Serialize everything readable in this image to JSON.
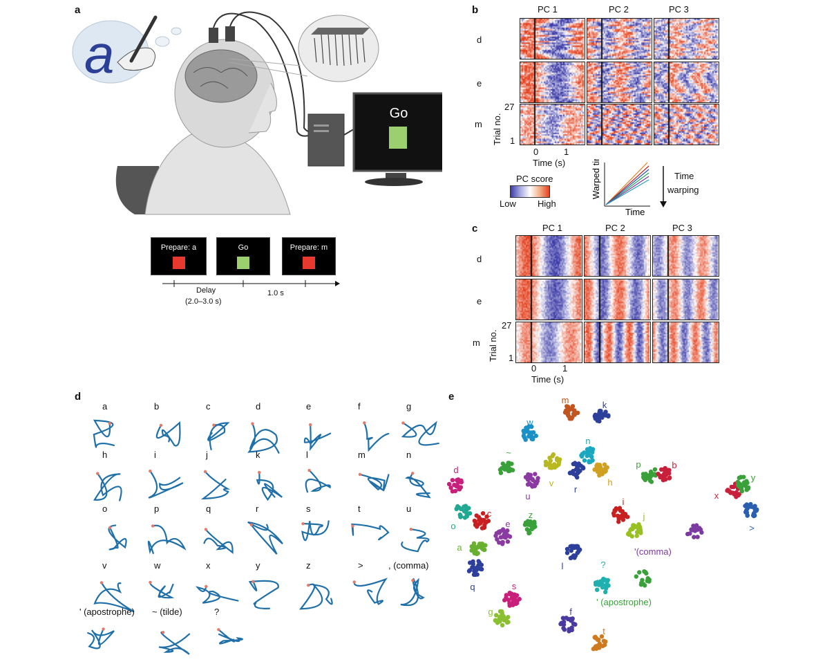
{
  "panel_labels": {
    "a": "a",
    "b": "b",
    "c": "c",
    "d": "d",
    "e": "e"
  },
  "panel_a": {
    "monitor_text": "Go",
    "screens": [
      {
        "label": "Prepare: a",
        "square_color": "#e8392e"
      },
      {
        "label": "Go",
        "square_color": "#9ccf6e"
      },
      {
        "label": "Prepare: m",
        "square_color": "#e8392e"
      }
    ],
    "timeline": {
      "delay_label": "Delay",
      "delay_range": "(2.0–3.0 s)",
      "go_label": "1.0 s"
    },
    "cursive_letter": "a"
  },
  "panel_b": {
    "pc_titles": [
      "PC 1",
      "PC 2",
      "PC 3"
    ],
    "row_labels": [
      "d",
      "e",
      "m"
    ],
    "trial_axis_label": "Trial no.",
    "trial_ticks": [
      "27",
      "1"
    ],
    "time_ticks": [
      "0",
      "1"
    ],
    "time_label": "Time (s)",
    "colorbar": {
      "title": "PC score",
      "low": "Low",
      "high": "High",
      "low_color": "#3b3aa8",
      "mid_color": "#ffffff",
      "high_color": "#e4401c"
    },
    "warp_inset": {
      "ylabel": "Warped time",
      "xlabel": "Time"
    },
    "arrow_label_1": "Time",
    "arrow_label_2": "warping"
  },
  "panel_c": {
    "pc_titles": [
      "PC 1",
      "PC 2",
      "PC 3"
    ],
    "row_labels": [
      "d",
      "e",
      "m"
    ],
    "trial_axis_label": "Trial no.",
    "trial_ticks": [
      "27",
      "1"
    ],
    "time_ticks": [
      "0",
      "1"
    ],
    "time_label": "Time (s)"
  },
  "panel_d": {
    "stroke_color": "#1f6fa8",
    "characters": [
      "a",
      "b",
      "c",
      "d",
      "e",
      "f",
      "g",
      "h",
      "i",
      "j",
      "k",
      "l",
      "m",
      "n",
      "o",
      "p",
      "q",
      "r",
      "s",
      "t",
      "u",
      "v",
      "w",
      "x",
      "y",
      "z",
      ">",
      ", (comma)",
      "' (apostrophe)",
      "~ (tilde)",
      "?"
    ]
  },
  "panel_e": {
    "clusters": [
      {
        "label": "m",
        "color": "#c2541f"
      },
      {
        "label": "k",
        "color": "#2c3f9a"
      },
      {
        "label": "w",
        "color": "#1a90c8"
      },
      {
        "label": "~",
        "color": "#3aa13a"
      },
      {
        "label": "n",
        "color": "#1aa8c0"
      },
      {
        "label": "v",
        "color": "#b8b820"
      },
      {
        "label": "u",
        "color": "#8a3aa0"
      },
      {
        "label": "r",
        "color": "#2c3f9a"
      },
      {
        "label": "h",
        "color": "#d0a020"
      },
      {
        "label": "p",
        "color": "#3aa13a"
      },
      {
        "label": "b",
        "color": "#c8203a"
      },
      {
        "label": "d",
        "color": "#c8207a"
      },
      {
        "label": "x",
        "color": "#c8203a"
      },
      {
        "label": "y",
        "color": "#3aa13a"
      },
      {
        "label": ">",
        "color": "#2a5fb0"
      },
      {
        "label": "o",
        "color": "#20a890"
      },
      {
        "label": "c",
        "color": "#c82020"
      },
      {
        "label": "e",
        "color": "#8a3aa0"
      },
      {
        "label": "z",
        "color": "#3aa13a"
      },
      {
        "label": "i",
        "color": "#c82020"
      },
      {
        "label": "j",
        "color": "#98c020"
      },
      {
        "label": "'(comma)",
        "color": "#7a3aa0"
      },
      {
        "label": "a",
        "color": "#6ab030"
      },
      {
        "label": "q",
        "color": "#2c3f9a"
      },
      {
        "label": "l",
        "color": "#2c3f9a"
      },
      {
        "label": "?",
        "color": "#20b0b0"
      },
      {
        "label": "' (apostrophe)",
        "color": "#3aa13a"
      },
      {
        "label": "s",
        "color": "#c8207a"
      },
      {
        "label": "g",
        "color": "#8ac030"
      },
      {
        "label": "f",
        "color": "#4a3aa0"
      },
      {
        "label": "t",
        "color": "#d07a20"
      }
    ]
  }
}
